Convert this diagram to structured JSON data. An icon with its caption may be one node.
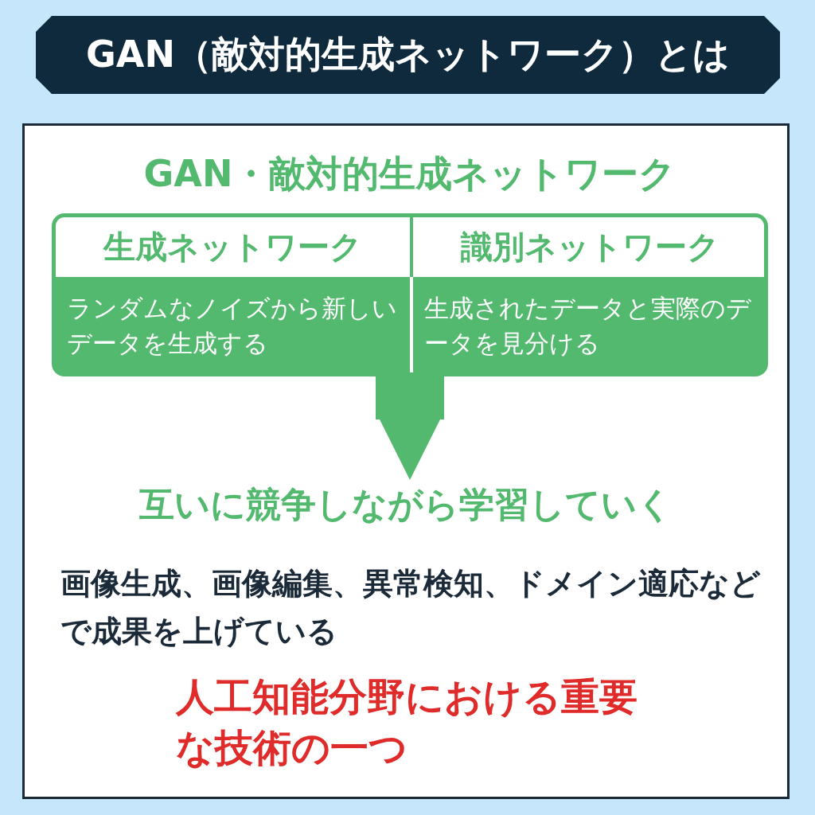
{
  "diagram": {
    "title": "GAN（敵対的生成ネットワーク）とは",
    "nodes": [
      {
        "text": [
          "GAN・敵対的生成ネットワーク"
        ]
      },
      {
        "text": [
          "生成ネットワーク",
          "ランダムなノイズから新しいデータを生成する"
        ],
        "in": 0
      },
      {
        "text": [
          "識別ネットワーク",
          "生成されたデータと実際のデータを見分ける"
        ],
        "in": 0
      },
      {
        "text": [
          "互いに競争しながら学習していく"
        ]
      }
    ],
    "edges": [
      {
        "from": 0,
        "to": 3,
        "arrow": "to"
      }
    ],
    "labels": [
      "画像生成、画像編集、異常検知、ドメイン適応などで成果を上げている",
      "人工知能分野における重要な技術の一つ"
    ]
  }
}
